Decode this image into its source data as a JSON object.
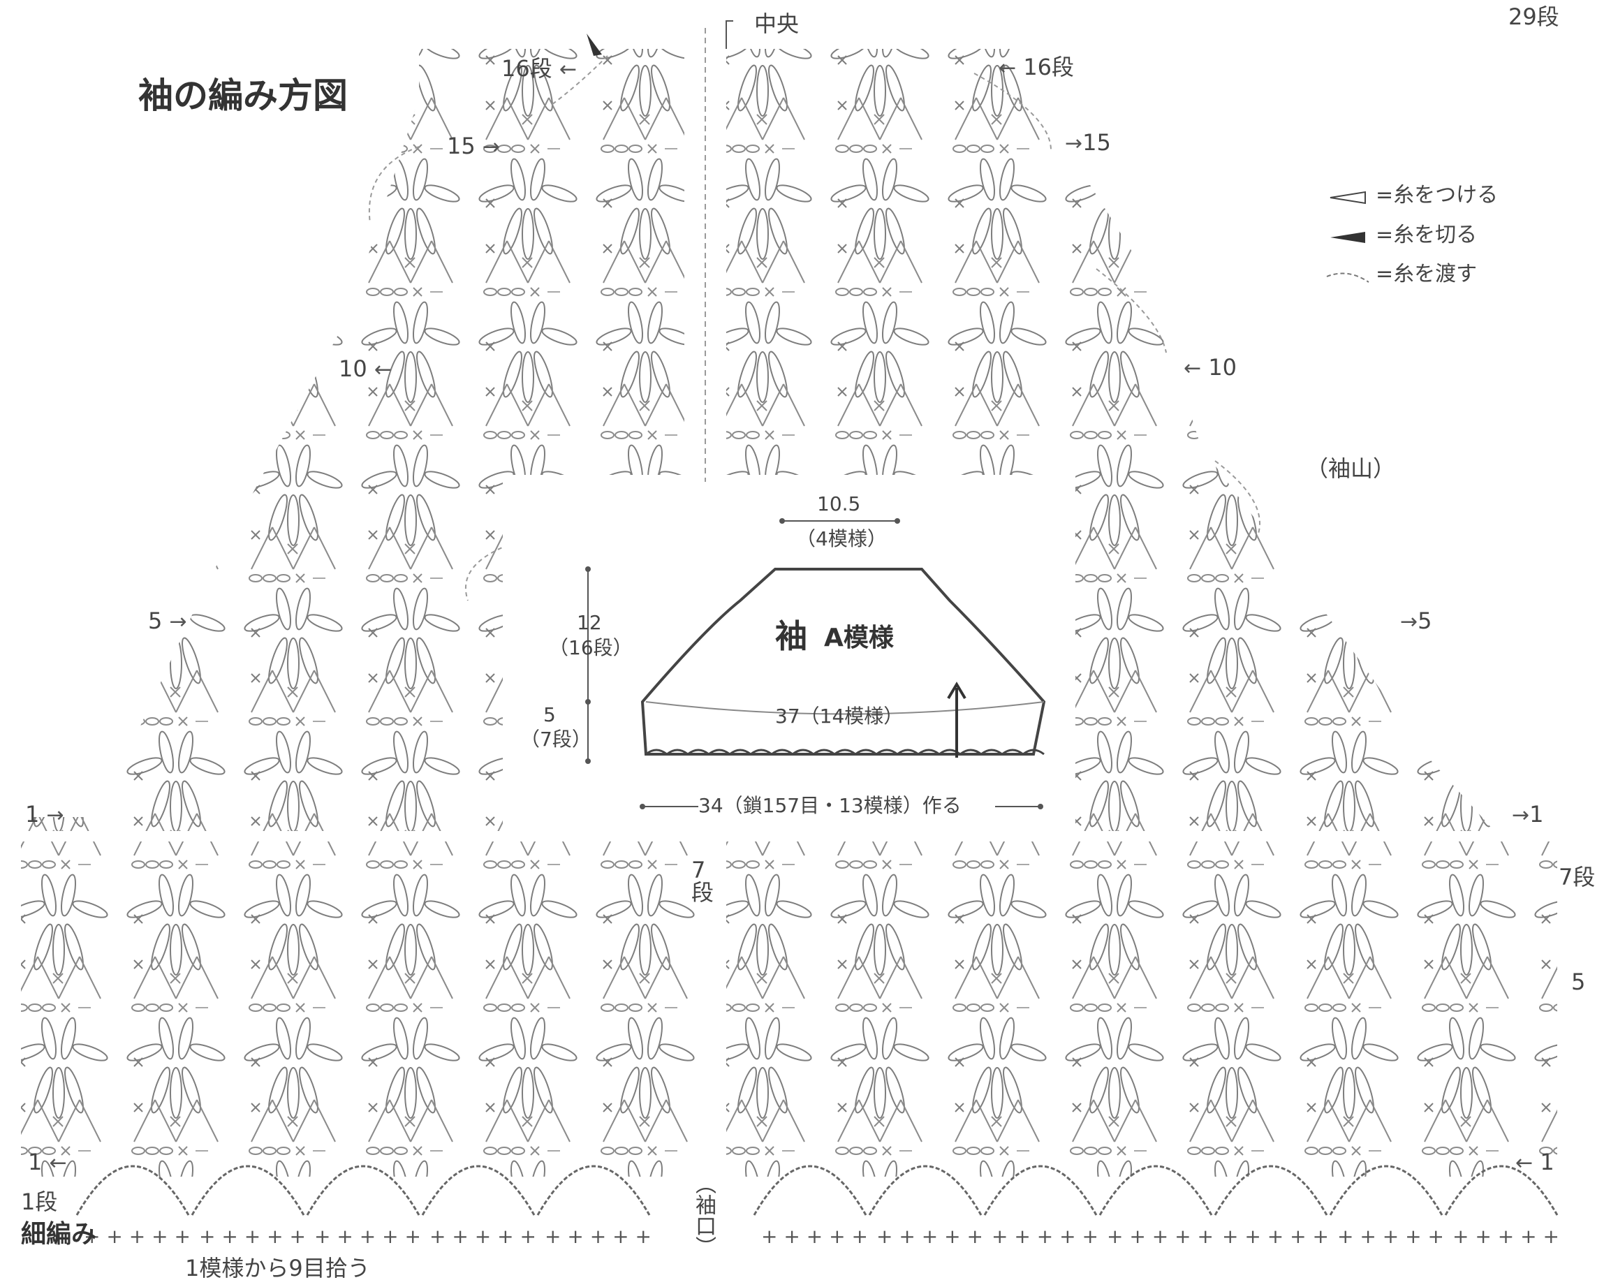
{
  "title": "袖の編み方図",
  "top_right": "29段",
  "center_label": "中央",
  "sleeve_cap_label": "（袖山）",
  "legend": [
    {
      "icon": "open-triangle-icon",
      "text": "=糸をつける"
    },
    {
      "icon": "filled-triangle-icon",
      "text": "=糸を切る"
    },
    {
      "icon": "dashed-arc-icon",
      "text": "=糸を渡す"
    }
  ],
  "rows": {
    "r16_left": "16段",
    "r16_right": "16段",
    "r15_left": "15",
    "r15_right": "15",
    "r10_left": "10",
    "r10_right": "10",
    "r5_left": "5",
    "r5_right": "5",
    "r1_left": "1",
    "r1_right": "1",
    "r1b_left": "1",
    "r1b_right": "1",
    "r7_center": "7段",
    "r7_right": "7段",
    "r5_edge": "5"
  },
  "bottom": {
    "first_row": "1段",
    "edging": "細編み",
    "cuff": "（袖口）",
    "pickup_note": "1模様から9目拾う"
  },
  "schematic": {
    "piece": "袖",
    "pattern": "A模様",
    "top_width": "10.5",
    "top_repeats": "（4模様）",
    "cap_height": "12",
    "cap_rows": "（16段）",
    "cuff_height": "5",
    "cuff_rows": "（7段）",
    "mid_width": "37（14模様）",
    "chain_start": "34（鎖157目・13模様）作る"
  }
}
